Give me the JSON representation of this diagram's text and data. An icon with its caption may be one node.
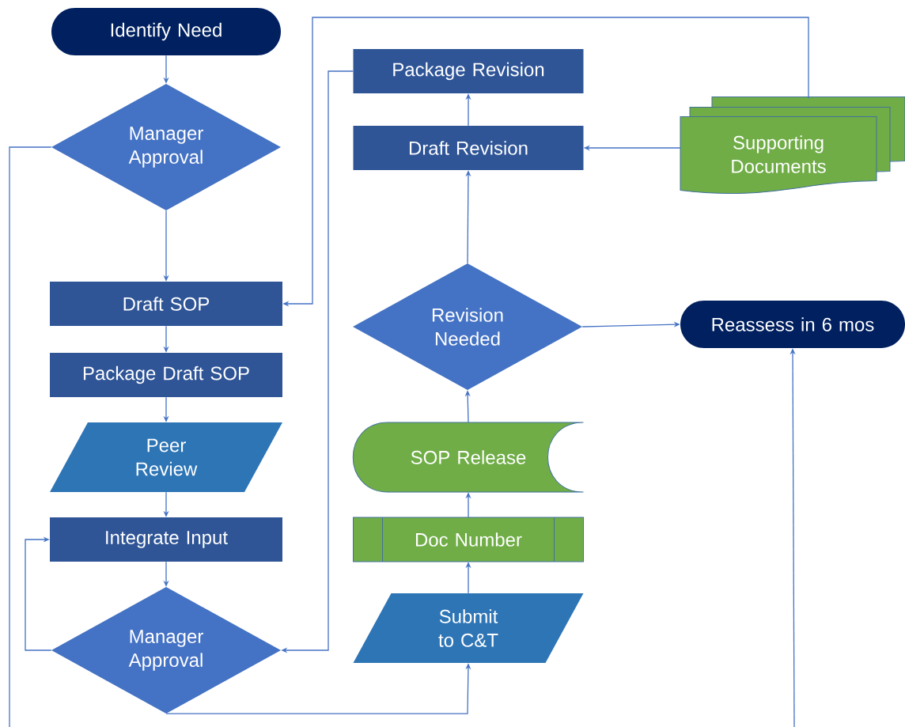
{
  "diagram": {
    "nodes": [
      {
        "text": [
          "Identify Need"
        ]
      },
      {
        "text": [
          "Manager Approval"
        ]
      },
      {
        "text": [
          "Draft SOP"
        ]
      },
      {
        "text": [
          "Package Draft SOP"
        ]
      },
      {
        "text": [
          "Peer Review"
        ]
      },
      {
        "text": [
          "Integrate Input"
        ]
      },
      {
        "text": [
          "Manager Approval"
        ]
      },
      {
        "text": [
          "Package Revision"
        ]
      },
      {
        "text": [
          "Draft Revision"
        ]
      },
      {
        "text": [
          "Supporting Documents"
        ]
      },
      {
        "text": [
          "Revision Needed"
        ]
      },
      {
        "text": [
          "Reassess in 6 mos"
        ]
      },
      {
        "text": [
          "SOP Release"
        ]
      },
      {
        "text": [
          "Doc Number"
        ]
      },
      {
        "text": [
          "Submit to C&T"
        ]
      }
    ],
    "edges": [
      {
        "from": 0,
        "to": 1,
        "arrow": "to"
      },
      {
        "from": 1,
        "to": 2,
        "arrow": "to"
      },
      {
        "from": 2,
        "to": 3,
        "arrow": "to"
      },
      {
        "from": 3,
        "to": 4,
        "arrow": "to"
      },
      {
        "from": 4,
        "to": 5,
        "arrow": "to"
      },
      {
        "from": 5,
        "to": 6,
        "arrow": "to"
      },
      {
        "from": 6,
        "to": 5,
        "arrow": "to"
      },
      {
        "from": 7,
        "to": 6,
        "arrow": "to"
      },
      {
        "from": 6,
        "to": 14,
        "arrow": "to"
      },
      {
        "from": 14,
        "to": 13,
        "arrow": "to"
      },
      {
        "from": 13,
        "to": 12,
        "arrow": "to"
      },
      {
        "from": 12,
        "to": 10,
        "arrow": "to"
      },
      {
        "from": 10,
        "to": 8,
        "arrow": "to"
      },
      {
        "from": 8,
        "to": 7,
        "arrow": "to"
      },
      {
        "from": 9,
        "to": 8,
        "arrow": "to"
      },
      {
        "from": 9,
        "to": 2,
        "arrow": "to"
      },
      {
        "from": 10,
        "to": 11,
        "arrow": "to"
      },
      {
        "from": 1,
        "to": null,
        "arrow": "none"
      },
      {
        "from": null,
        "to": 11,
        "arrow": "to"
      }
    ]
  }
}
